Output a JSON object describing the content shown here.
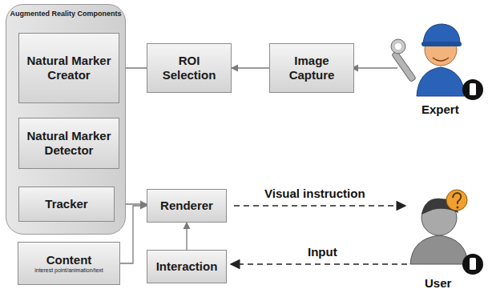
{
  "diagram": {
    "nodes": [
      {
        "text": [
          "Augmented Reality Components"
        ]
      },
      {
        "text": [
          "Natural Marker Creator"
        ],
        "in": 0
      },
      {
        "text": [
          "Natural Marker Detector"
        ],
        "in": 0
      },
      {
        "text": [
          "Tracker"
        ],
        "in": 0
      },
      {
        "text": [
          "ROI Selection"
        ]
      },
      {
        "text": [
          "Image Capture"
        ]
      },
      {
        "text": [
          "Content",
          "interest point/animation/text"
        ]
      },
      {
        "text": [
          "Renderer"
        ]
      },
      {
        "text": [
          "Interaction"
        ]
      }
    ],
    "edges": [
      {
        "from": 5,
        "to": 4,
        "arrow": "to"
      },
      {
        "from": 4,
        "to": 1,
        "arrow": "to"
      },
      {
        "from": 2,
        "to": 1,
        "arrow": "to"
      },
      {
        "from": 2,
        "to": 3,
        "arrow": "to"
      },
      {
        "from": 3,
        "to": 7,
        "arrow": "to"
      },
      {
        "from": 6,
        "to": 7,
        "arrow": "to"
      },
      {
        "from": 8,
        "to": 7,
        "arrow": "to"
      }
    ],
    "labels": [
      "Expert",
      "User",
      "Visual instruction",
      "Input"
    ]
  }
}
